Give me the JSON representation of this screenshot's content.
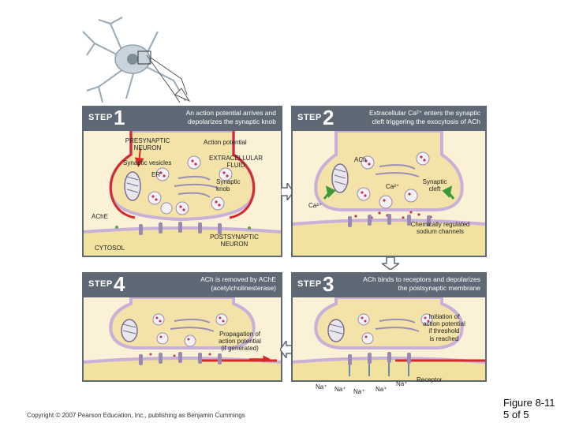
{
  "step1": {
    "word": "STEP",
    "number": "1",
    "description_line1": "An action potential arrives and",
    "description_line2": "depolarizes the synaptic knob",
    "labels": {
      "presynaptic_line1": "PRESYNAPTIC",
      "presynaptic_line2": "NEURON",
      "action_potential": "Action potential",
      "synaptic_vesicles": "Synaptic vesicles",
      "er": "ER",
      "extracellular_line1": "EXTRACELLULAR",
      "extracellular_line2": "FLUID",
      "synaptic_knob_line1": "Synaptic",
      "synaptic_knob_line2": "knob",
      "ache": "AChE",
      "postsynaptic_line1": "POSTSYNAPTIC",
      "postsynaptic_line2": "NEURON",
      "cytosol": "CYTOSOL"
    }
  },
  "step2": {
    "word": "STEP",
    "number": "2",
    "description_line1": "Extracellular Ca²⁺ enters the synaptic",
    "description_line2": "cleft triggering the exocytosis of ACh",
    "labels": {
      "ach": "ACh",
      "ca_inside": "Ca²⁺",
      "synaptic_cleft_line1": "Synaptic",
      "synaptic_cleft_line2": "cleft",
      "ca_outside": "Ca²⁺",
      "channels_line1": "Chemically regulated",
      "channels_line2": "sodium channels"
    }
  },
  "step3": {
    "word": "STEP",
    "number": "3",
    "description_line1": "ACh binds to receptors and depolarizes",
    "description_line2": "the postsynaptic membrane",
    "labels": {
      "initiation_line1": "Initiation of",
      "initiation_line2": "action potential",
      "initiation_line3": "if threshold",
      "initiation_line4": "is reached",
      "receptor": "Receptor",
      "na1": "Na⁺",
      "na2": "Na⁺",
      "na3": "Na⁺",
      "na4": "Na⁺",
      "na5": "Na⁺"
    }
  },
  "step4": {
    "word": "STEP",
    "number": "4",
    "description_line1": "ACh is removed by AChE",
    "description_line2": "(acetylcholinesterase)",
    "labels": {
      "propagation_line1": "Propagation of",
      "propagation_line2": "action potential",
      "propagation_line3": "(if generated)"
    }
  },
  "footer": {
    "copyright": "Copyright © 2007 Pearson Education, Inc., publishing as Benjamin Cummings",
    "figure_line1": "Figure 8-11",
    "figure_line2": "5 of 5"
  },
  "colors": {
    "header": "#5f6975",
    "panel_bg": "#fbf1d6",
    "presynaptic": "#f3e3a8",
    "postsynaptic": "#f1e2a0",
    "membrane": "#c9b0d9",
    "action_potential": "#d42a2a",
    "arrow_green": "#3a9a3a",
    "vesicle": "#f5f1f4",
    "ach_dot": "#c0335a"
  }
}
